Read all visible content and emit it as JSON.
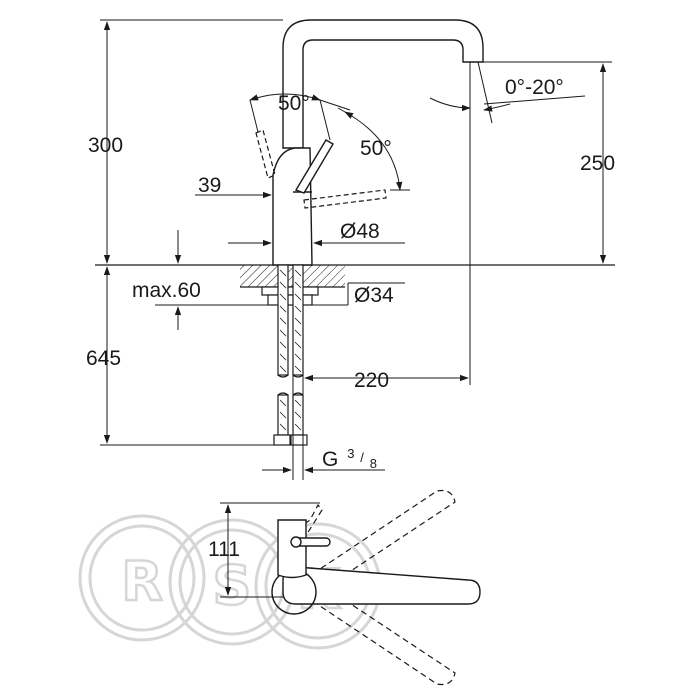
{
  "dimensions": {
    "total_height": "300",
    "spout_height": "250",
    "spout_angle": "0°-20°",
    "lever_angle_top": "50°",
    "lever_angle_right": "50°",
    "lever_offset": "39",
    "body_diameter": "Ø48",
    "hole_diameter": "Ø34",
    "max_counter_thickness": "max.60",
    "hose_length": "645",
    "spout_reach": "220",
    "thread_prefix": "G",
    "thread_numerator": "3",
    "thread_denominator": "8",
    "plan_depth": "111"
  },
  "watermark": {
    "letters": [
      "R",
      "S",
      "K"
    ]
  },
  "colors": {
    "line": "#1a1a1a",
    "watermark": "#d6d6d6"
  }
}
